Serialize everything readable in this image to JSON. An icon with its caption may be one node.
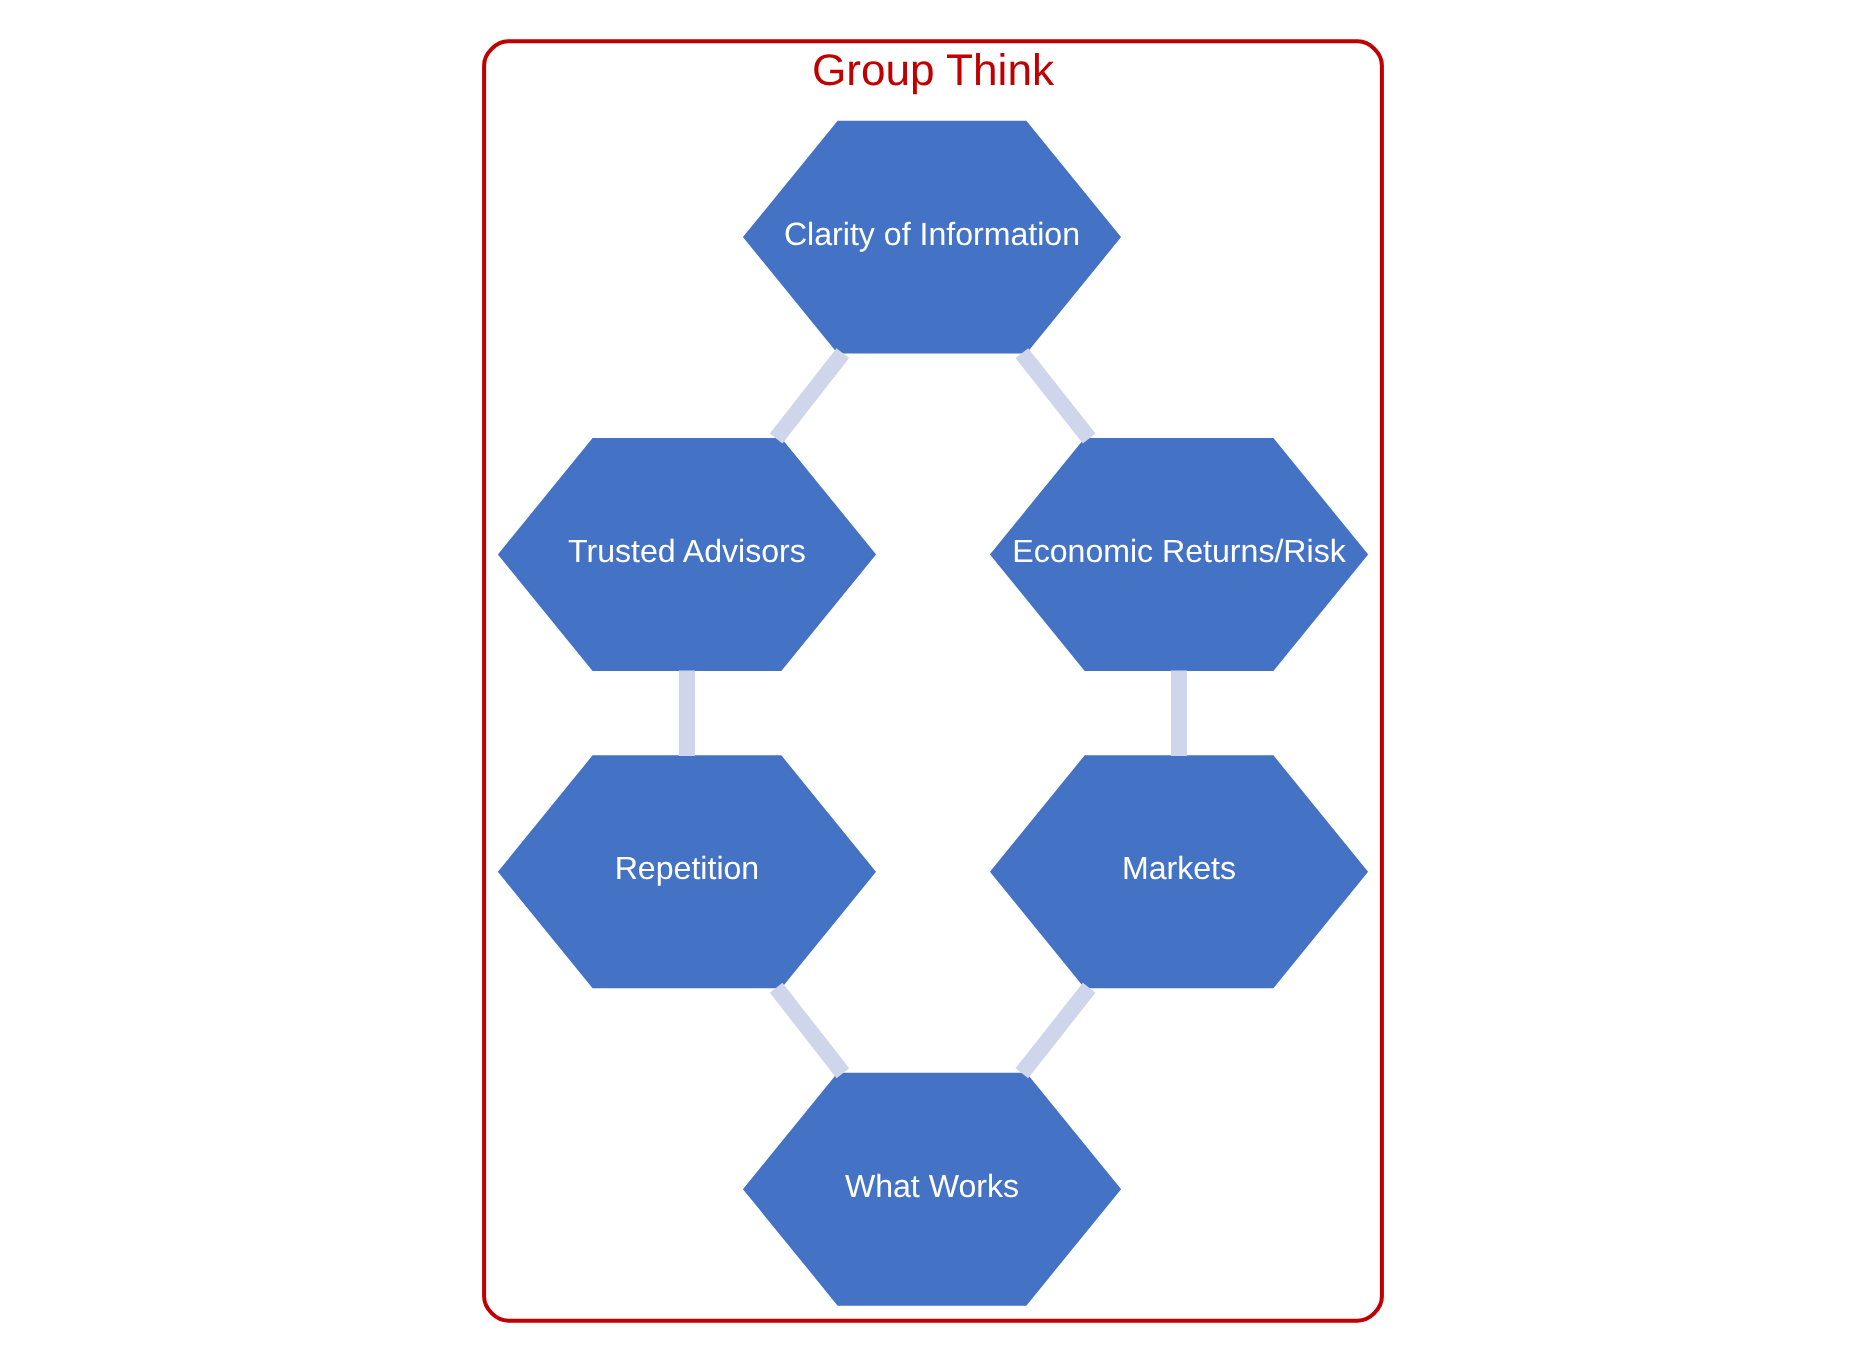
{
  "diagram": {
    "nodes": [
      {
        "text": [
          "Group Think"
        ]
      },
      {
        "text": [
          "Clarity of Information"
        ],
        "in": 0
      },
      {
        "text": [
          "Trusted Advisors"
        ],
        "in": 0
      },
      {
        "text": [
          "Economic Returns/Risk"
        ],
        "in": 0
      },
      {
        "text": [
          "Repetition"
        ],
        "in": 0
      },
      {
        "text": [
          "Markets"
        ],
        "in": 0
      },
      {
        "text": [
          "What Works"
        ],
        "in": 0
      }
    ],
    "edges": [
      {
        "from": 1,
        "to": 2,
        "arrow": "none"
      },
      {
        "from": 1,
        "to": 3,
        "arrow": "none"
      },
      {
        "from": 2,
        "to": 4,
        "arrow": "none"
      },
      {
        "from": 3,
        "to": 5,
        "arrow": "none"
      },
      {
        "from": 4,
        "to": 6,
        "arrow": "none"
      },
      {
        "from": 5,
        "to": 6,
        "arrow": "none"
      }
    ]
  }
}
